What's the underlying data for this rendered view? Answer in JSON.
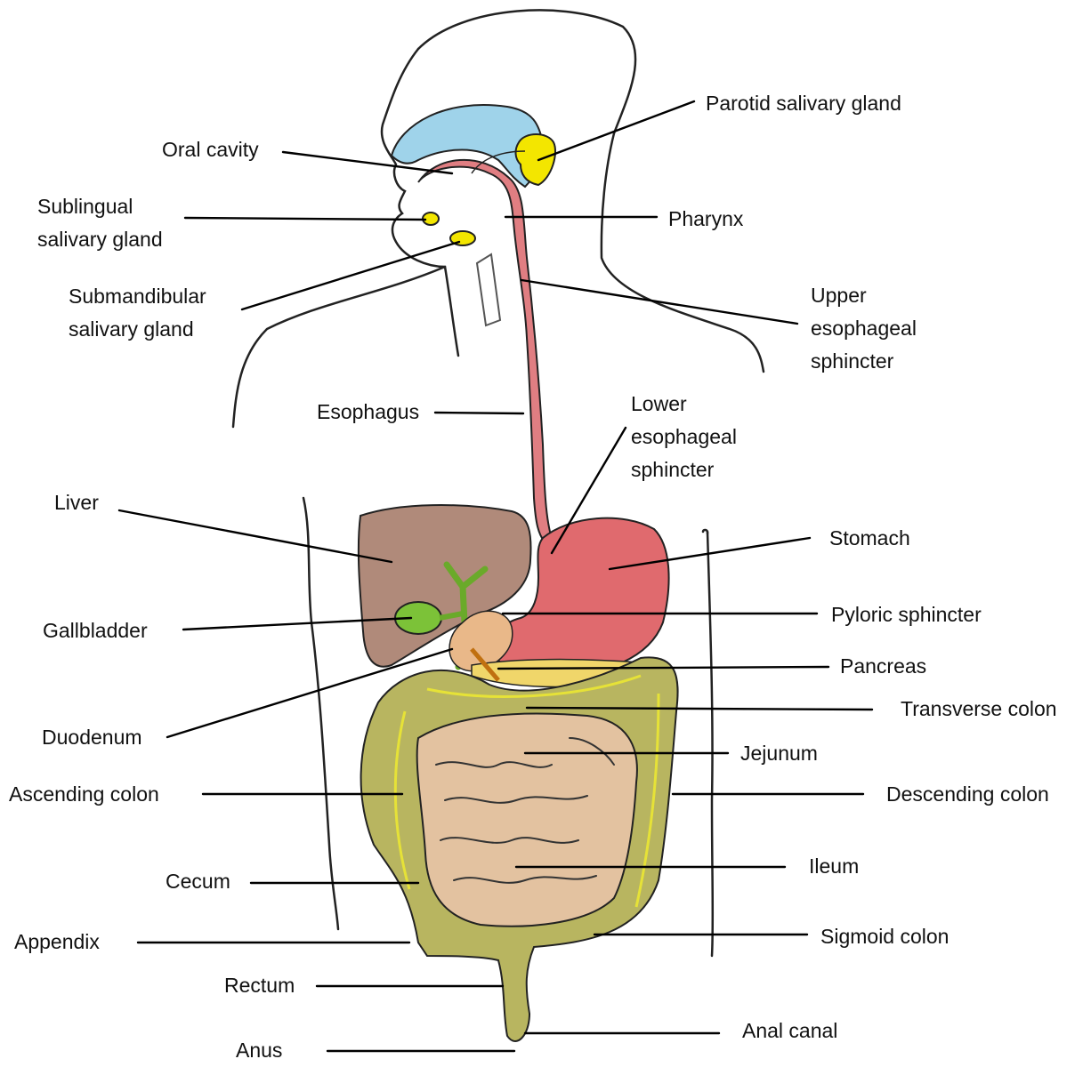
{
  "colors": {
    "outline": "#222222",
    "tract": "#e07e82",
    "palate": "#9fd3ea",
    "gland": "#f3e600",
    "liver": "#b08a7a",
    "gallbladder": "#7cc238",
    "stomach": "#e06a6e",
    "pancreas": "#f0d66a",
    "duodenum": "#e9b889",
    "smallIntestine": "#e3c2a0",
    "colon": "#b8b560",
    "taenia": "#e6e237",
    "leaderLine": "#000000"
  },
  "labels": {
    "parotid": "Parotid salivary gland",
    "oralCavity": "Oral cavity",
    "sublingual": [
      "Sublingual",
      "salivary gland"
    ],
    "pharynx": "Pharynx",
    "submandibular": [
      "Submandibular",
      "salivary gland"
    ],
    "upperSphincter": [
      "Upper",
      "esophageal",
      "sphincter"
    ],
    "esophagus": "Esophagus",
    "lowerSphincter": [
      "Lower",
      "esophageal",
      "sphincter"
    ],
    "liver": "Liver",
    "stomach": "Stomach",
    "gallbladder": "Gallbladder",
    "pyloric": "Pyloric sphincter",
    "pancreas": "Pancreas",
    "transverseColon": "Transverse colon",
    "duodenum": "Duodenum",
    "jejunum": "Jejunum",
    "ascendingColon": "Ascending colon",
    "descendingColon": "Descending colon",
    "cecum": "Cecum",
    "ileum": "Ileum",
    "appendix": "Appendix",
    "sigmoidColon": "Sigmoid colon",
    "rectum": "Rectum",
    "analCanal": "Anal canal",
    "anus": "Anus"
  }
}
